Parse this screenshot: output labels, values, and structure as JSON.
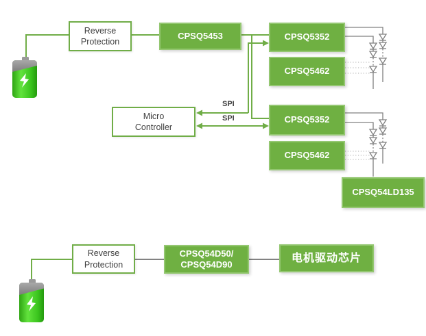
{
  "colors": {
    "accent_green": "#70ad47",
    "box_green": "#6fb042",
    "connector_gray": "#595959",
    "led_gray": "#808080",
    "text_dark": "#3f3f3f",
    "battery_green": "#3ec321",
    "battery_cap_gray": "#8e8e8e"
  },
  "top_system": {
    "reverse_protection": {
      "line1": "Reverse",
      "line2": "Protection"
    },
    "regulator_label": "CPSQ5453",
    "micro_controller": {
      "line1": "Micro",
      "line2": "Controller"
    },
    "spi_bus1_label": "SPI",
    "spi_bus2_label": "SPI",
    "group1": {
      "driver_label": "CPSQ5352",
      "companion_label": "CPSQ5462"
    },
    "group2": {
      "driver_label": "CPSQ5352",
      "companion_label": "CPSQ5462"
    },
    "ld_driver_label": "CPSQ54LD135"
  },
  "bottom_system": {
    "reverse_protection": {
      "line1": "Reverse",
      "line2": "Protection"
    },
    "driver": {
      "line1": "CPSQ54D50/",
      "line2": "CPSQ54D90"
    },
    "motor_chip_label": "电机驱动芯片"
  },
  "icons": {
    "battery": "battery-icon",
    "diode": "diode-icon",
    "arrowhead": "arrowhead-icon"
  }
}
